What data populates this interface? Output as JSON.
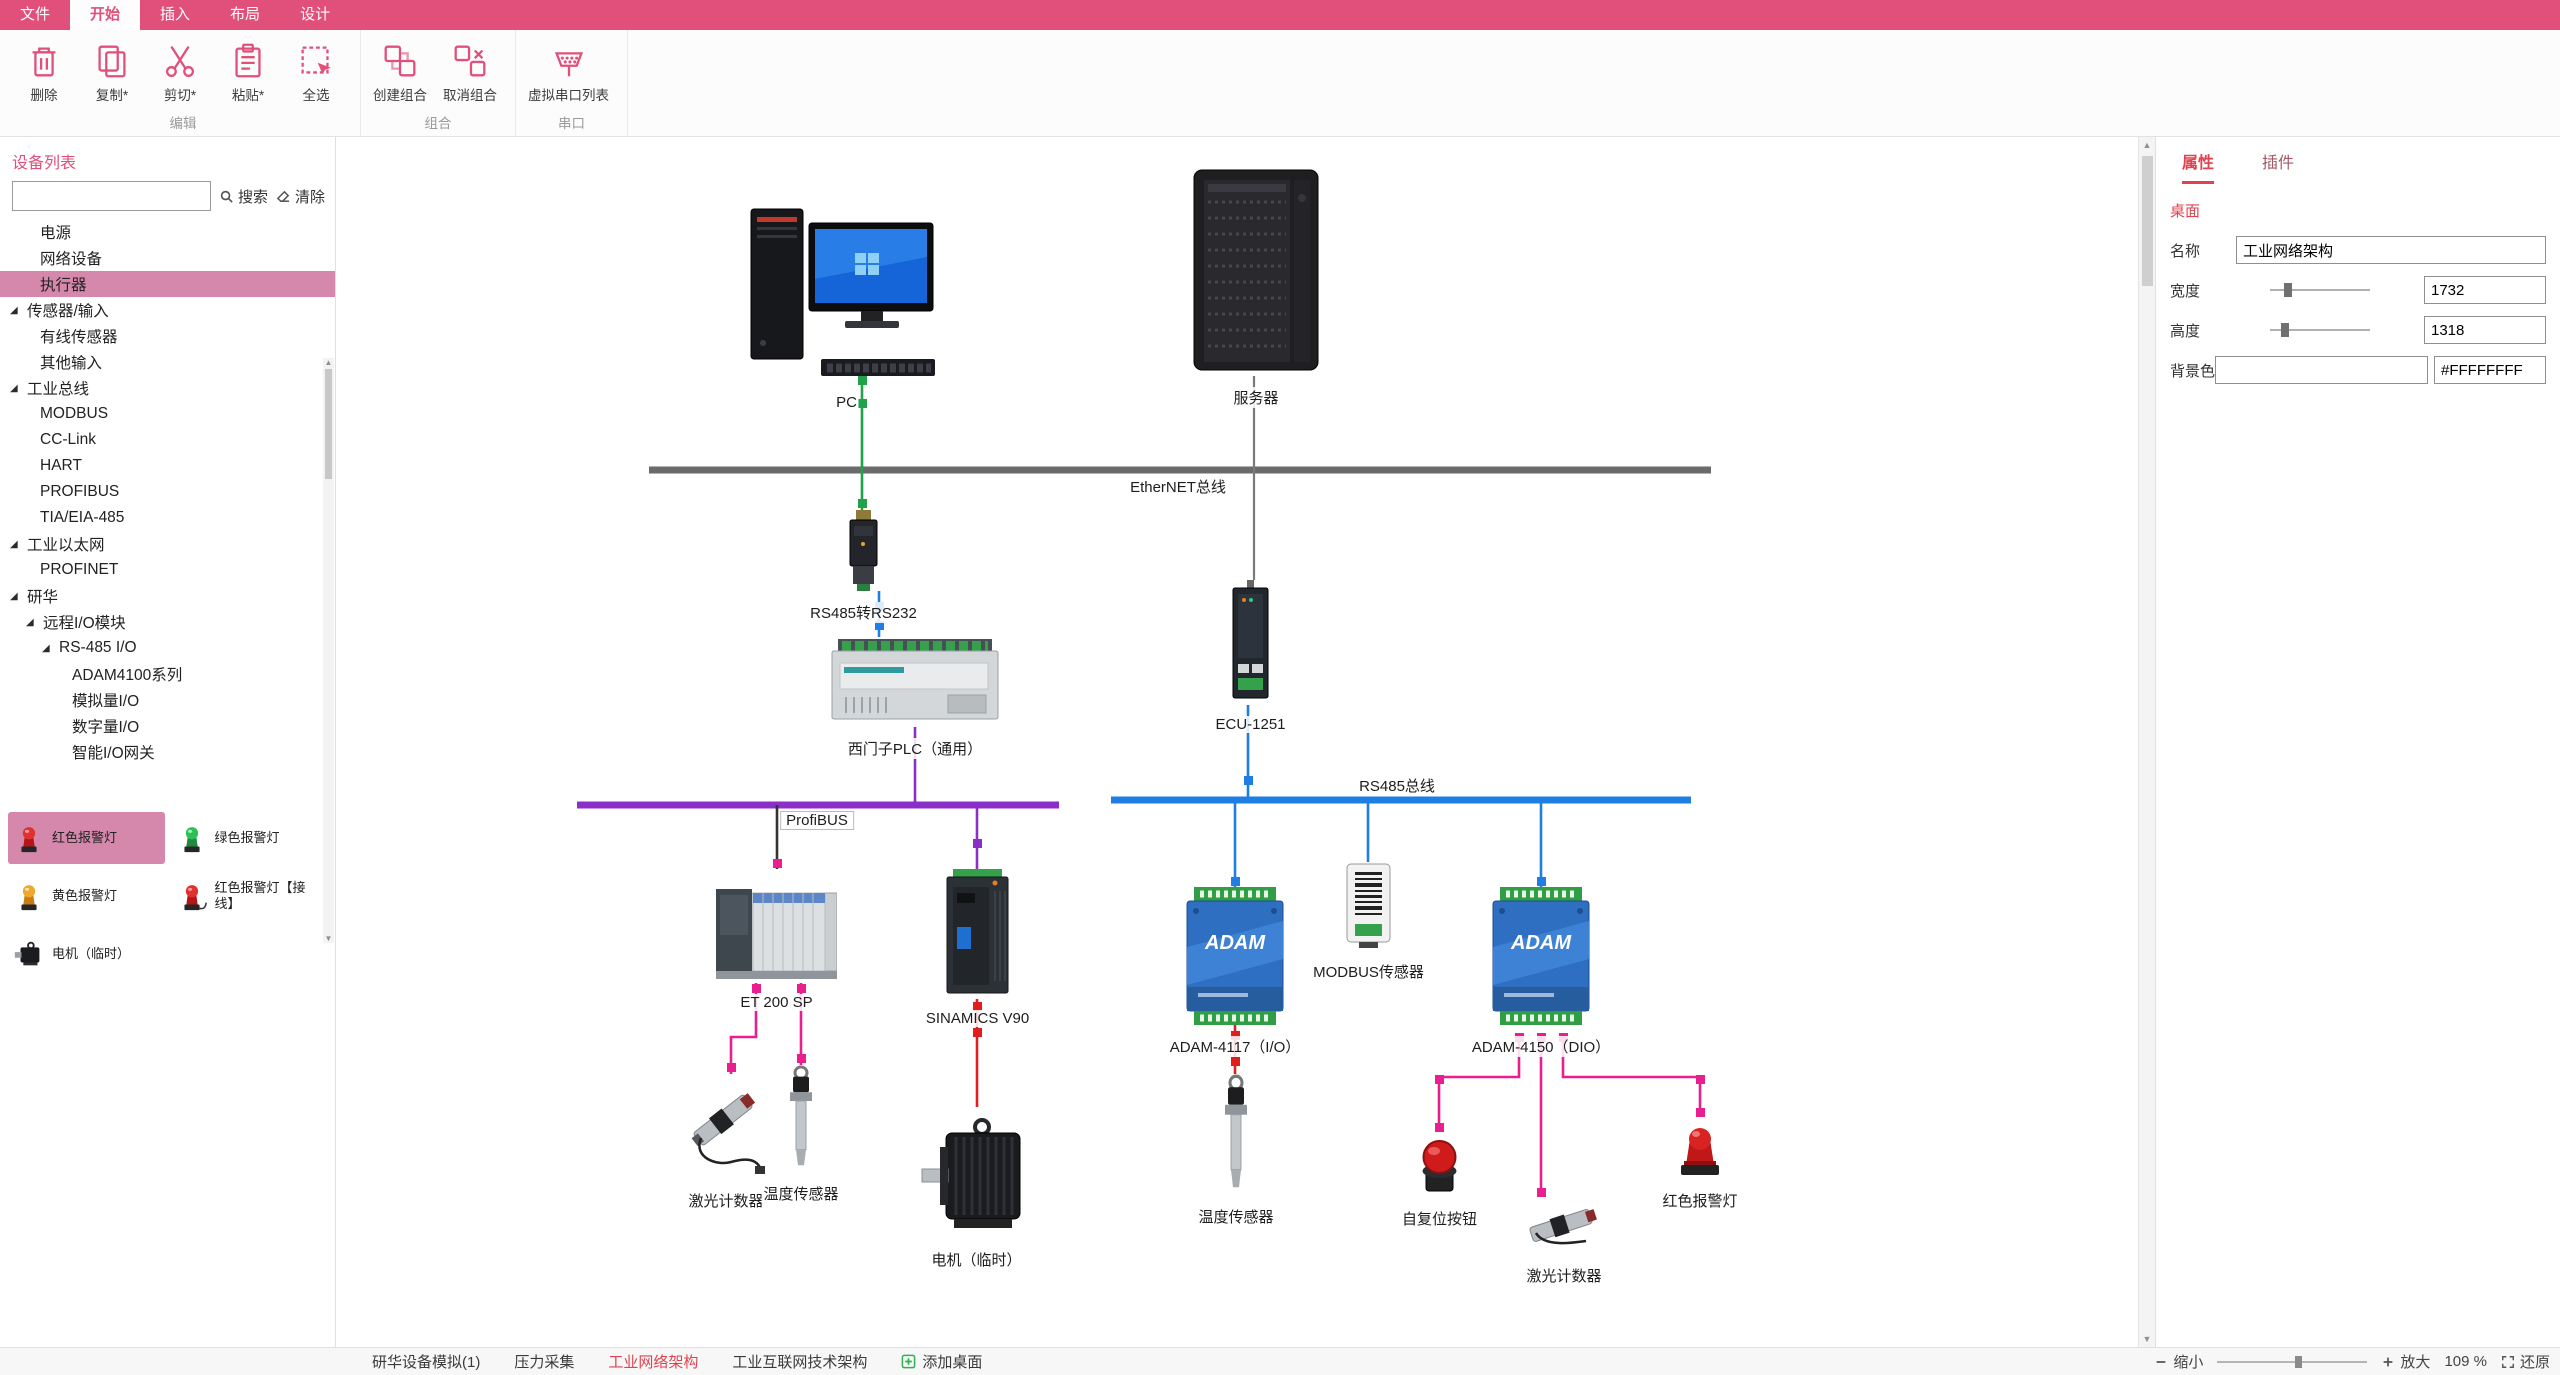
{
  "menu": {
    "items": [
      "文件",
      "开始",
      "插入",
      "布局",
      "设计"
    ],
    "active_index": 1
  },
  "ribbon": {
    "groups": [
      {
        "label": "编辑",
        "buttons": [
          {
            "id": "delete",
            "label": "删除",
            "icon": "trash-icon"
          },
          {
            "id": "copy",
            "label": "复制*",
            "icon": "copy-icon"
          },
          {
            "id": "cut",
            "label": "剪切*",
            "icon": "scissors-icon"
          },
          {
            "id": "paste",
            "label": "粘贴*",
            "icon": "clipboard-icon"
          },
          {
            "id": "select-all",
            "label": "全选",
            "icon": "select-all-icon"
          }
        ]
      },
      {
        "label": "组合",
        "buttons": [
          {
            "id": "create-group",
            "label": "创建组合",
            "icon": "group-icon"
          },
          {
            "id": "ungroup",
            "label": "取消组合",
            "icon": "ungroup-icon"
          }
        ]
      },
      {
        "label": "串口",
        "buttons": [
          {
            "id": "virtual-serial-list",
            "label": "虚拟串口列表",
            "icon": "serial-port-icon"
          }
        ]
      }
    ]
  },
  "sidebar": {
    "title": "设备列表",
    "search": {
      "value": "",
      "button": "搜索",
      "clear": "清除"
    },
    "tree": [
      {
        "label": "电源",
        "level": 1
      },
      {
        "label": "网络设备",
        "level": 1
      },
      {
        "label": "执行器",
        "level": 1,
        "selected": true
      },
      {
        "label": "传感器/输入",
        "level": 0,
        "parent": true
      },
      {
        "label": "有线传感器",
        "level": 1
      },
      {
        "label": "其他输入",
        "level": 1
      },
      {
        "label": "工业总线",
        "level": 0,
        "parent": true
      },
      {
        "label": "MODBUS",
        "level": 1
      },
      {
        "label": "CC-Link",
        "level": 1
      },
      {
        "label": "HART",
        "level": 1
      },
      {
        "label": "PROFIBUS",
        "level": 1
      },
      {
        "label": "TIA/EIA-485",
        "level": 1
      },
      {
        "label": "工业以太网",
        "level": 0,
        "parent": true
      },
      {
        "label": "PROFINET",
        "level": 1
      },
      {
        "label": "研华",
        "level": 0,
        "parent": true
      },
      {
        "label": "远程I/O模块",
        "level": 1,
        "parent": true
      },
      {
        "label": "RS-485 I/O",
        "level": 2,
        "parent": true
      },
      {
        "label": "ADAM4100系列",
        "level": 3
      },
      {
        "label": "模拟量I/O",
        "level": 3
      },
      {
        "label": "数字量I/O",
        "level": 3
      },
      {
        "label": "智能I/O网关",
        "level": 3
      }
    ],
    "palette": [
      {
        "label": "红色报警灯",
        "icon": "lamp-red",
        "selected": true
      },
      {
        "label": "绿色报警灯",
        "icon": "lamp-green",
        "selected": false
      },
      {
        "label": "黄色报警灯",
        "icon": "lamp-yellow",
        "selected": false
      },
      {
        "label": "红色报警灯【接线】",
        "icon": "lamp-red-wired",
        "selected": false
      },
      {
        "label": "电机（临时）",
        "icon": "motor",
        "selected": false
      }
    ]
  },
  "canvas": {
    "buses": [
      {
        "label": "EtherNET总线"
      },
      {
        "label": "ProfiBUS"
      },
      {
        "label": "RS485总线"
      }
    ],
    "nodes": [
      {
        "label": "PC"
      },
      {
        "label": "服务器"
      },
      {
        "label": "RS485转RS232"
      },
      {
        "label": "西门子PLC（通用）"
      },
      {
        "label": "ECU-1251"
      },
      {
        "label": "ET 200 SP"
      },
      {
        "label": "SINAMICS V90"
      },
      {
        "label": "MODBUS传感器"
      },
      {
        "label": "ADAM-4117（I/O）",
        "badge": "ADAM"
      },
      {
        "label": "ADAM-4150（DIO）",
        "badge": "ADAM"
      },
      {
        "label": "激光计数器"
      },
      {
        "label": "温度传感器"
      },
      {
        "label": "电机（临时）"
      },
      {
        "label": "温度传感器"
      },
      {
        "label": "自复位按钮"
      },
      {
        "label": "激光计数器"
      },
      {
        "label": "红色报警灯"
      }
    ]
  },
  "properties": {
    "tabs": [
      "属性",
      "插件"
    ],
    "active_index": 0,
    "section": "桌面",
    "fields": [
      {
        "label": "名称",
        "value": "工业网络架构"
      },
      {
        "label": "宽度",
        "value": "1732"
      },
      {
        "label": "高度",
        "value": "1318"
      },
      {
        "label": "背景色",
        "value": "#FFFFFFFF"
      }
    ]
  },
  "statusbar": {
    "tabs": [
      "研华设备模拟(1)",
      "压力采集",
      "工业网络架构",
      "工业互联网技术架构"
    ],
    "active_index": 2,
    "add_label": "添加桌面",
    "zoom_out": "缩小",
    "zoom_in": "放大",
    "zoom_percent": "109 %",
    "reset": "还原"
  },
  "colors": {
    "accent_pink": "#e0507a",
    "accent_red": "#e0434f",
    "tree_selection": "#d687ac",
    "bus_ethernet": "#6a6a6a",
    "bus_profibus": "#8b2fc9",
    "bus_rs485": "#1e7ee4",
    "wire_green": "#1fa24a",
    "wire_red": "#e11d1d",
    "wire_magenta": "#ea1f8f"
  }
}
